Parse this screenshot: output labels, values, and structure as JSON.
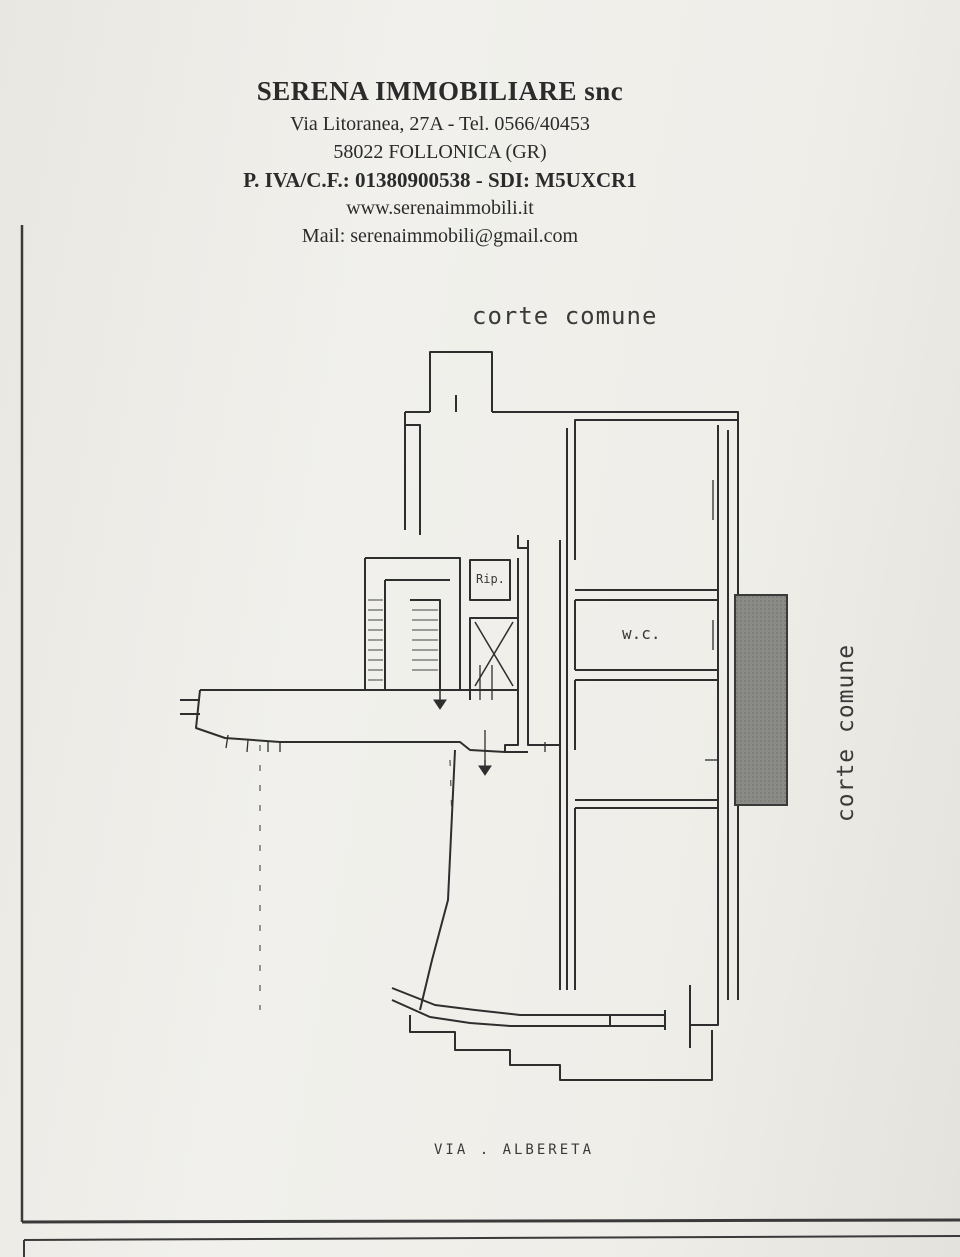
{
  "letterhead": {
    "company": "SERENA IMMOBILIARE snc",
    "address": "Via Litoranea, 27A - Tel. 0566/40453",
    "city": "58022 FOLLONICA (GR)",
    "tax_ids": "P. IVA/C.F.: 01380900538 - SDI: M5UXCR1",
    "website": "www.serenaimmobili.it",
    "email": "Mail: serenaimmobili@gmail.com"
  },
  "plan": {
    "label_top": "corte comune",
    "label_right": "corte comune",
    "label_wc": "w.c.",
    "label_storage": "Rip.",
    "label_street": "VIA . ALBERETA"
  },
  "colors": {
    "paper": "#efeee9",
    "ink": "#2b2b2b",
    "shading": "#8a8a86"
  }
}
